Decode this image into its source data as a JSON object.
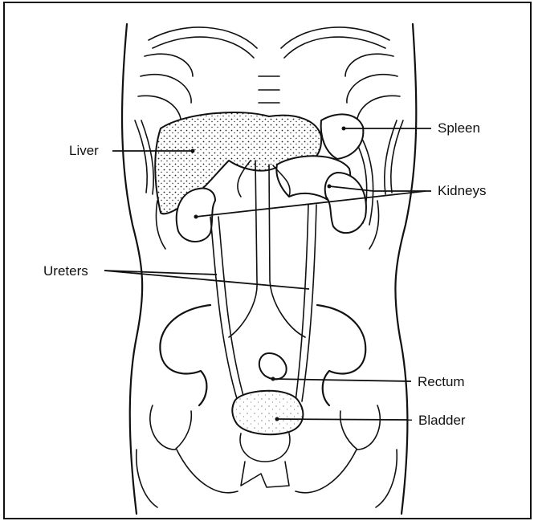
{
  "labels": {
    "spleen": "Spleen",
    "liver": "Liver",
    "kidneys": "Kidneys",
    "ureters": "Ureters",
    "rectum": "Rectum",
    "bladder": "Bladder"
  },
  "colors": {
    "ink": "#111111",
    "paper": "#ffffff"
  }
}
